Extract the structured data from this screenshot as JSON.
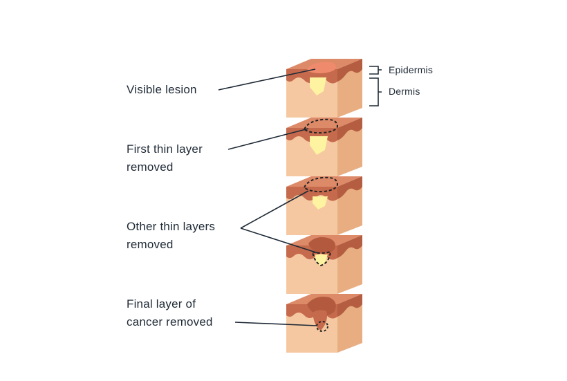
{
  "layers": {
    "epidermis": "Epidermis",
    "dermis": "Dermis"
  },
  "steps": [
    {
      "lines": [
        "Visible lesion"
      ]
    },
    {
      "lines": [
        "First thin layer",
        "removed"
      ]
    },
    {
      "lines": [
        "Other thin layers",
        "removed"
      ]
    },
    {
      "lines": [
        "Final layer of",
        "cancer removed"
      ]
    }
  ],
  "colors": {
    "skin_front": "#f5c8a1",
    "skin_side": "#e8ae82",
    "epidermis": "#c56a4c",
    "epidermis_top": "#dd8a68",
    "lesion": "#fdf3a0",
    "lesion_top": "#f08a6c",
    "text": "#1f2a36"
  }
}
